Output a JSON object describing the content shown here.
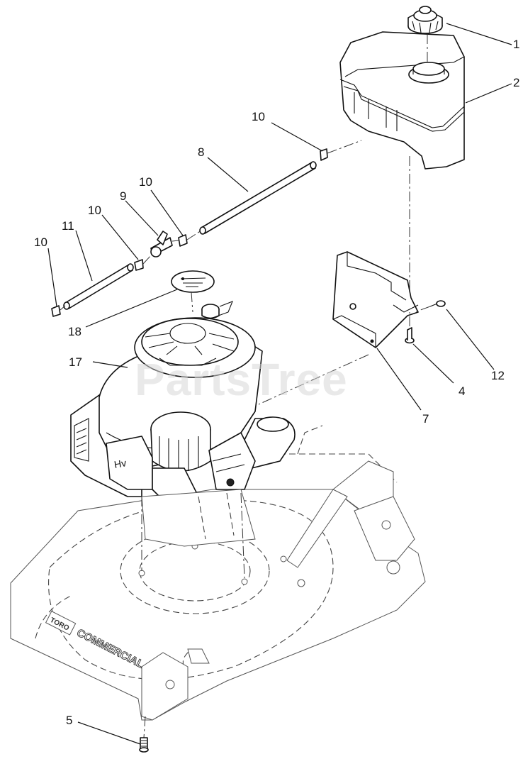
{
  "watermark": "PartsTree",
  "deck_text": {
    "brand": "TORO",
    "model": "COMMERCIAL"
  },
  "callouts": {
    "c1": "1",
    "c2": "2",
    "c10_tank": "10",
    "c8": "8",
    "c10_valve": "10",
    "c9": "9",
    "c10_left": "10",
    "c11": "11",
    "c10_end": "10",
    "c18": "18",
    "c17": "17",
    "c12": "12",
    "c4": "4",
    "c7": "7",
    "c5": "5"
  }
}
